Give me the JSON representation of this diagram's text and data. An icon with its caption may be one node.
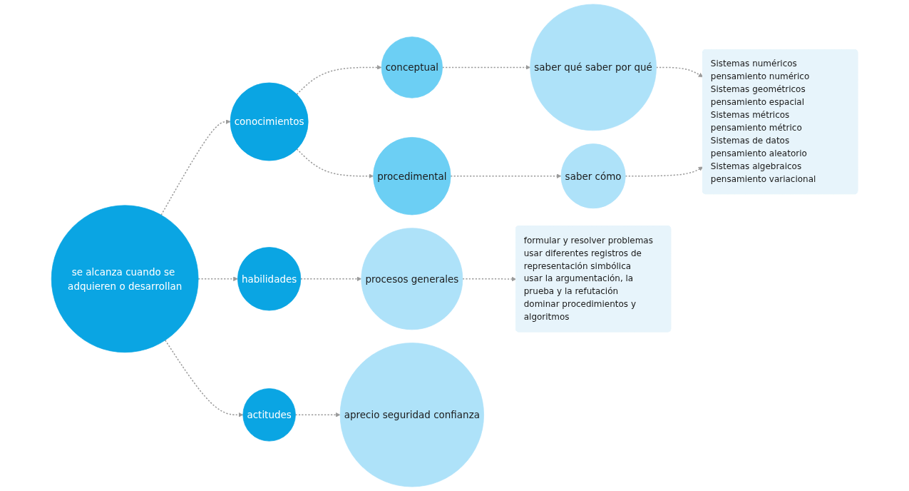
{
  "diagram": {
    "nodes": [
      {
        "text": [
          "se alcanza cuando se adquieren o desarrollan"
        ]
      },
      {
        "text": [
          "conocimientos"
        ]
      },
      {
        "text": [
          "habilidades"
        ]
      },
      {
        "text": [
          "actitudes"
        ]
      },
      {
        "text": [
          "conceptual"
        ]
      },
      {
        "text": [
          "procedimental"
        ]
      },
      {
        "text": [
          "saber qué saber por qué"
        ]
      },
      {
        "text": [
          "saber cómo"
        ]
      },
      {
        "text": [
          "procesos generales"
        ]
      },
      {
        "text": [
          "aprecio seguridad confianza"
        ]
      },
      {
        "text": [
          "Sistemas numéricos pensamiento numérico",
          "Sistemas geométricos pensamiento espacial",
          "Sistemas métricos pensamiento métrico",
          "Sistemas de datos pensamiento aleatorio",
          "Sistemas algebraicos pensamiento variacional"
        ]
      },
      {
        "text": [
          "formular y resolver problemas",
          "usar diferentes registros de representación simbólica",
          "usar la argumentación, la prueba y la refutación",
          "dominar procedimientos y algoritmos"
        ]
      }
    ],
    "edges": [
      {
        "from": 0,
        "to": 1,
        "arrow": "to",
        "style": "dashed"
      },
      {
        "from": 0,
        "to": 2,
        "arrow": "to",
        "style": "dashed"
      },
      {
        "from": 0,
        "to": 3,
        "arrow": "to",
        "style": "dashed"
      },
      {
        "from": 1,
        "to": 4,
        "arrow": "to",
        "style": "dashed"
      },
      {
        "from": 1,
        "to": 5,
        "arrow": "to",
        "style": "dashed"
      },
      {
        "from": 4,
        "to": 6,
        "arrow": "to",
        "style": "dashed"
      },
      {
        "from": 5,
        "to": 7,
        "arrow": "to",
        "style": "dashed"
      },
      {
        "from": 6,
        "to": 10,
        "arrow": "to",
        "style": "dashed"
      },
      {
        "from": 7,
        "to": 10,
        "arrow": "to",
        "style": "dashed"
      },
      {
        "from": 2,
        "to": 8,
        "arrow": "to",
        "style": "dashed"
      },
      {
        "from": 8,
        "to": 11,
        "arrow": "to",
        "style": "dashed"
      },
      {
        "from": 3,
        "to": 9,
        "arrow": "to",
        "style": "dashed"
      }
    ]
  }
}
